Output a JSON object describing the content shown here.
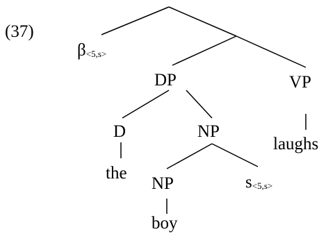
{
  "example_number": "(37)",
  "nodes": {
    "beta": {
      "label": "β",
      "subscript": "<5,s>"
    },
    "dp": {
      "label": "DP"
    },
    "vp": {
      "label": "VP"
    },
    "d": {
      "label": "D"
    },
    "np_upper": {
      "label": "NP"
    },
    "laughs": {
      "label": "laughs"
    },
    "the": {
      "label": "the"
    },
    "np_lower": {
      "label": "NP"
    },
    "s_trace": {
      "label": "s",
      "subscript": "<5,s>"
    },
    "boy": {
      "label": "boy"
    }
  }
}
